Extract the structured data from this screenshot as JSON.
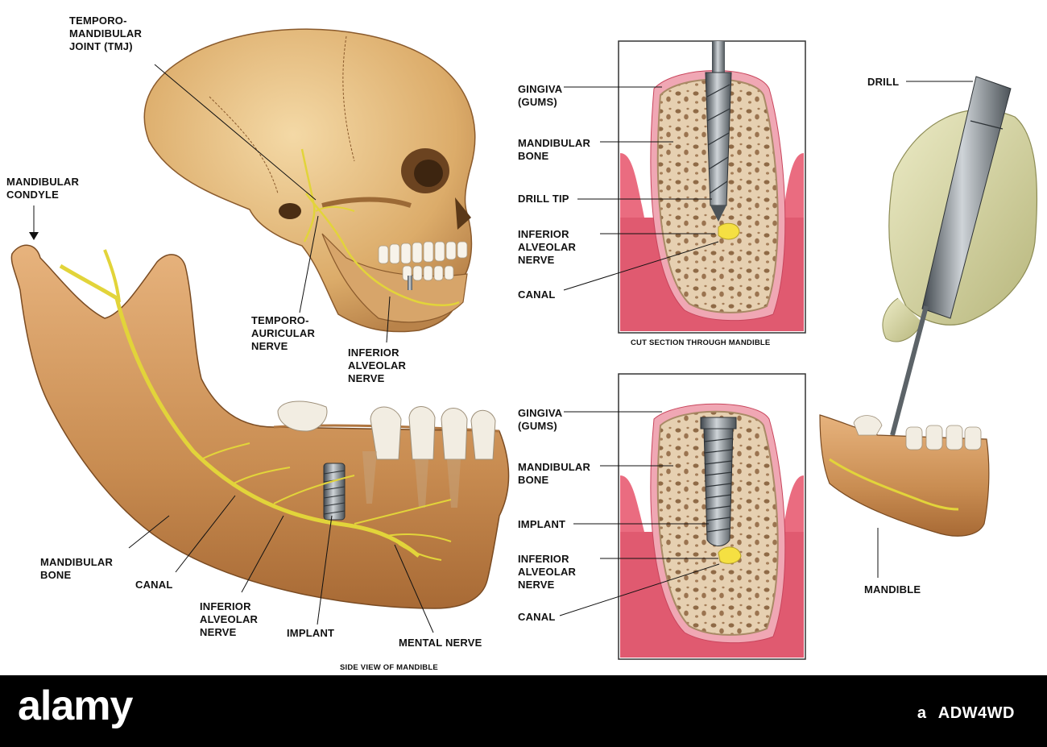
{
  "labels": {
    "tmj": "TEMPORO-\nMANDIBULAR\nJOINT (TMJ)",
    "condyle": "MANDIBULAR\nCONDYLE",
    "temporo_auricular": "TEMPORO-\nAURICULAR\nNERVE",
    "ian_skull": "INFERIOR\nALVEOLAR\nNERVE",
    "mandibular_bone_side": "MANDIBULAR\nBONE",
    "canal_side": "CANAL",
    "ian_side": "INFERIOR\nALVEOLAR\nNERVE",
    "implant_side": "IMPLANT",
    "mental_nerve": "MENTAL NERVE",
    "gingiva_1": "GINGIVA\n(GUMS)",
    "mandibular_bone_1": "MANDIBULAR\nBONE",
    "drill_tip": "DRILL TIP",
    "ian_1": "INFERIOR\nALVEOLAR\nNERVE",
    "canal_1": "CANAL",
    "gingiva_2": "GINGIVA\n(GUMS)",
    "mandibular_bone_2": "MANDIBULAR\nBONE",
    "implant_2": "IMPLANT",
    "ian_2": "INFERIOR\nALVEOLAR\nNERVE",
    "canal_2": "CANAL",
    "drill": "DRILL",
    "mandible": "MANDIBLE"
  },
  "captions": {
    "cut_section": "CUT SECTION THROUGH MANDIBLE",
    "side_view": "SIDE VIEW OF MANDIBLE"
  },
  "footer": {
    "brand": "alamy",
    "code_prefix": "a",
    "code": "ADW4WD"
  },
  "colors": {
    "bone": "#c98d52",
    "bone_light": "#e8b985",
    "skull": "#e3b877",
    "nerve": "#e2d43a",
    "gum": "#e9657a",
    "gum_light": "#f6b6c0",
    "cancellous": "#e6d0b1",
    "glove": "#dcdca6",
    "metal": "#7e868c"
  }
}
